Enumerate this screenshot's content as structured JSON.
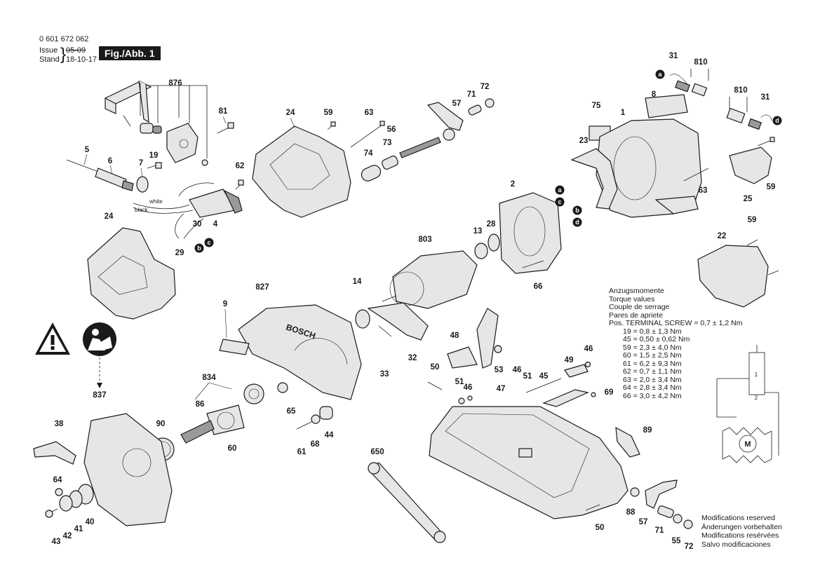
{
  "header": {
    "doc_number": "0 601 672 062",
    "issue_label": "Issue",
    "issue_value": "05-09",
    "stand_label": "Stand",
    "stand_value": "18-10-17",
    "figure_label": "Fig./Abb. 1"
  },
  "brand_text": "BOSCH",
  "wire_labels": {
    "white": "white",
    "black": "black"
  },
  "callouts": {
    "c31a": "31",
    "c810a": "810",
    "c810b": "810",
    "c31b": "31",
    "c8": "8",
    "c75": "75",
    "c1": "1",
    "c23": "23",
    "c876": "876",
    "c81": "81",
    "c24a": "24",
    "c59a": "59",
    "c63a": "63",
    "c71a": "71",
    "c72a": "72",
    "c57a": "57",
    "c56": "56",
    "c73": "73",
    "c74": "74",
    "c5": "5",
    "c6": "6",
    "c7": "7",
    "c19": "19",
    "c62": "62",
    "c30": "30",
    "c4": "4",
    "c29": "29",
    "c2": "2",
    "c63b": "63",
    "c25": "25",
    "c59b": "59",
    "c59c": "59",
    "c22": "22",
    "c13": "13",
    "c28": "28",
    "c803": "803",
    "c66": "66",
    "c24b": "24",
    "c827": "827",
    "c14": "14",
    "c9": "9",
    "c33": "33",
    "c32": "32",
    "c48": "48",
    "c53": "53",
    "c46a": "46",
    "c49": "49",
    "c46b": "46",
    "c51a": "51",
    "c45": "45",
    "c50a": "50",
    "c51b": "51",
    "c46c": "46",
    "c47": "47",
    "c69": "69",
    "c834": "834",
    "c837": "837",
    "c86": "86",
    "c90": "90",
    "c65": "65",
    "c60": "60",
    "c61": "61",
    "c68": "68",
    "c44": "44",
    "c38": "38",
    "c64": "64",
    "c650": "650",
    "c89": "89",
    "c40": "40",
    "c41": "41",
    "c42": "42",
    "c43": "43",
    "c88": "88",
    "c57b": "57",
    "c71b": "71",
    "c55": "55",
    "c72b": "72",
    "c50b": "50"
  },
  "circle_letters": {
    "a": "a",
    "b": "b",
    "c": "c",
    "d": "d"
  },
  "torque": {
    "title_de": "Anzugsmomente",
    "title_en": "Torque values",
    "title_fr": "Couple de serrage",
    "title_es": "Pares de apriete",
    "terminal": "Pos. TERMINAL SCREW = 0,7 ± 1,2 Nm",
    "values": [
      "19 = 0,8 ± 1,3 Nm",
      "45 = 0,50 ± 0,62 Nm",
      "59 = 2,3 ± 4,0 Nm",
      "60 = 1,5 ± 2,5 Nm",
      "61 = 6,2 ± 9,3 Nm",
      "62 = 0,7 ± 1,1 Nm",
      "63 = 2,0 ± 3,4 Nm",
      "64 = 2,8 ± 3,4 Nm",
      "66 = 3,0 ± 4,2 Nm"
    ]
  },
  "schematic": {
    "motor_label": "M",
    "terminal_1": "1",
    "terminal_2": "2"
  },
  "modifications": [
    "Modifications reserved",
    "Änderungen vorbehalten",
    "Modifications resérvées",
    "Salvo modificaciones"
  ],
  "icons": {
    "warning": "warning-triangle-icon",
    "manual": "read-manual-icon"
  },
  "colors": {
    "ink": "#1a1a1a",
    "part_fill": "#e6e6e6",
    "badge_bg": "#1a1a1a"
  }
}
